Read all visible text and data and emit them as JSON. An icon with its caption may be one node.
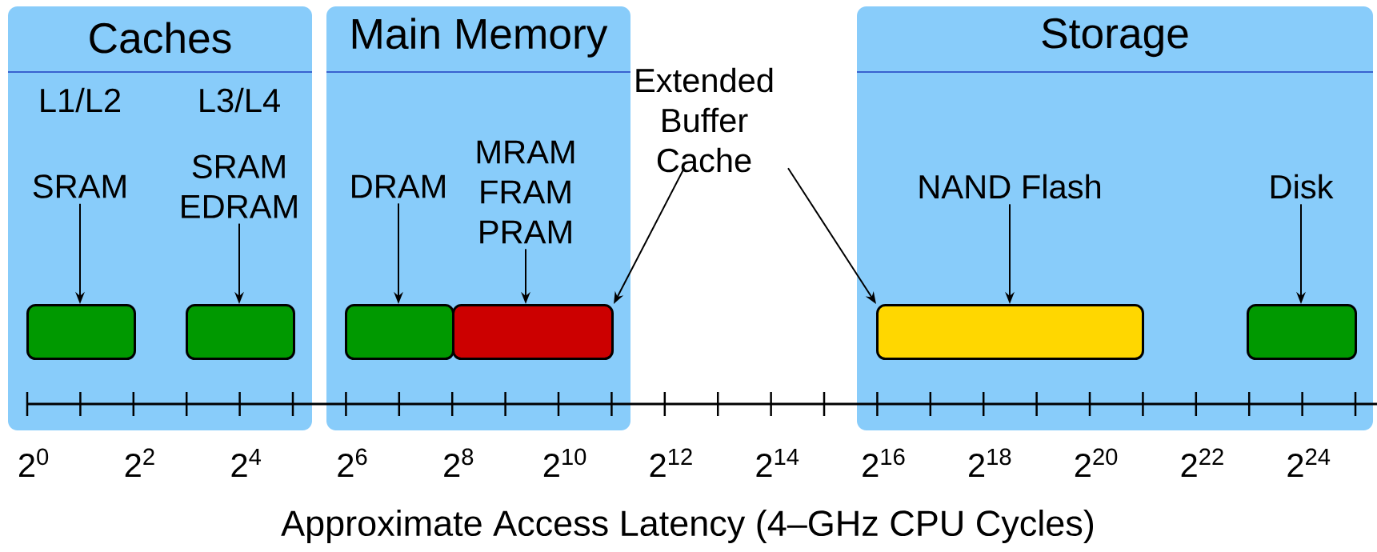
{
  "diagram": {
    "nodes": [
      {
        "text": [
          "Caches"
        ]
      },
      {
        "text": [
          "SRAM"
        ],
        "in": 0
      },
      {
        "text": [
          "SRAM EDRAM"
        ],
        "in": 0
      },
      {
        "text": [],
        "shape": "bar",
        "in": 0
      },
      {
        "text": [],
        "shape": "bar",
        "in": 0
      },
      {
        "text": [
          "Main Memory"
        ]
      },
      {
        "text": [
          "DRAM"
        ],
        "in": 5
      },
      {
        "text": [
          "MRAM FRAM PRAM"
        ],
        "in": 5
      },
      {
        "text": [],
        "shape": "bar",
        "in": 5
      },
      {
        "text": [],
        "shape": "bar",
        "in": 5
      },
      {
        "text": [
          "Extended Buffer Cache"
        ]
      },
      {
        "text": [
          "Storage"
        ]
      },
      {
        "text": [
          "NAND Flash"
        ],
        "in": 11
      },
      {
        "text": [
          "Disk"
        ],
        "in": 11
      },
      {
        "text": [],
        "shape": "bar",
        "in": 11
      },
      {
        "text": [],
        "shape": "bar",
        "in": 11
      }
    ],
    "edges": [
      {
        "from": 1,
        "to": 3,
        "arrow": "to"
      },
      {
        "from": 2,
        "to": 4,
        "arrow": "to"
      },
      {
        "from": 6,
        "to": 8,
        "arrow": "to"
      },
      {
        "from": 7,
        "to": 9,
        "arrow": "to"
      },
      {
        "from": 10,
        "to": 9,
        "arrow": "to"
      },
      {
        "from": 10,
        "to": 14,
        "arrow": "to"
      },
      {
        "from": 12,
        "to": 14,
        "arrow": "to"
      },
      {
        "from": 13,
        "to": 15,
        "arrow": "to"
      }
    ],
    "labels": [
      "L1/L2",
      "L3/L4",
      "2$^{0}$",
      "2$^{2}$",
      "2$^{4}$",
      "2$^{6}$",
      "2$^{8}$",
      "2$^{10}$",
      "2$^{12}$",
      "2$^{14}$",
      "2$^{16}$",
      "2$^{18}$",
      "2$^{20}$",
      "2$^{22}$",
      "2$^{24}$",
      "Approximate Access Latency (4–GHz CPU Cycles)"
    ]
  }
}
